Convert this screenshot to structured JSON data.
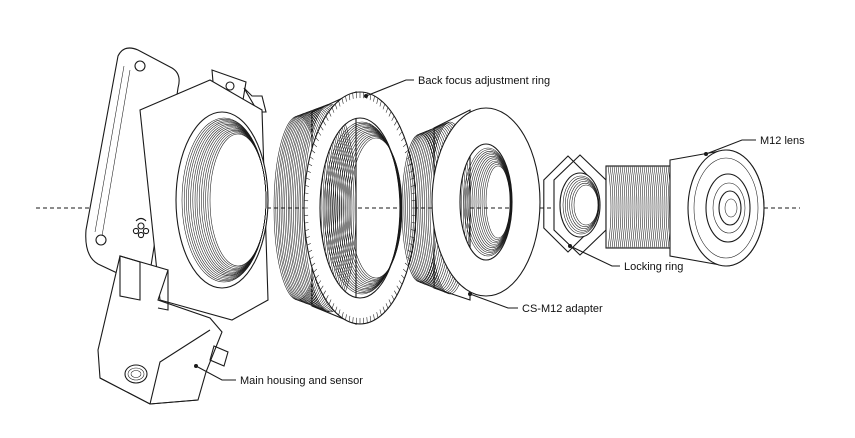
{
  "diagram": {
    "labels": {
      "back_focus": "Back focus adjustment ring",
      "m12_lens": "M12 lens",
      "locking_ring": "Locking ring",
      "cs_m12_adapter": "CS-M12 adapter",
      "main_housing": "Main housing and sensor"
    },
    "colors": {
      "line": "#1a1a1a",
      "background": "#ffffff"
    },
    "icons": [
      "raspberry-pi-logo-icon"
    ]
  }
}
